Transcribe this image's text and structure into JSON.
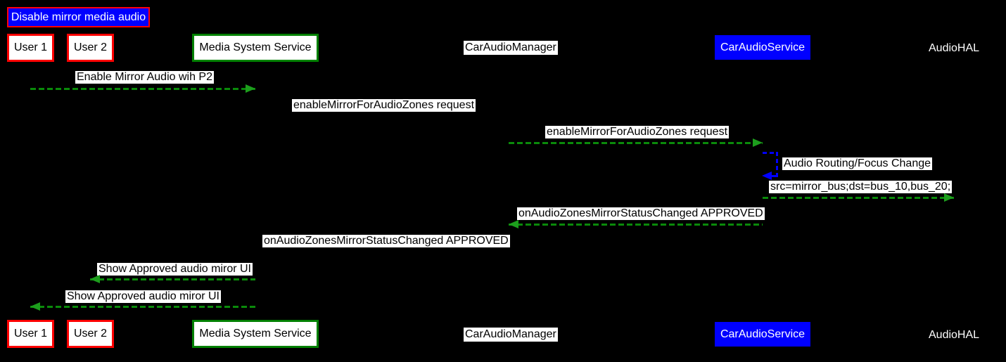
{
  "title": {
    "label": "Disable mirror media audio"
  },
  "participants": {
    "user1": {
      "label": "User 1"
    },
    "user2": {
      "label": "User 2"
    },
    "media_system_service": {
      "label": "Media System Service"
    },
    "car_audio_manager": {
      "label": "CarAudioManager"
    },
    "car_audio_service": {
      "label": "CarAudioService"
    },
    "audio_hal": {
      "label": "AudioHAL"
    }
  },
  "messages": [
    {
      "label": "Enable Mirror Audio wih P2",
      "from": "User 1",
      "to": "Media System Service",
      "direction": "right",
      "style": "green-dashed"
    },
    {
      "label": "enableMirrorForAudioZones request",
      "from": "Media System Service",
      "to": "CarAudioManager",
      "direction": "right",
      "style": "no-visible-arrow"
    },
    {
      "label": "enableMirrorForAudioZones request",
      "from": "CarAudioManager",
      "to": "CarAudioService",
      "direction": "right",
      "style": "green-dashed"
    },
    {
      "label": "Audio Routing/Focus Change",
      "from": "CarAudioService",
      "to": "CarAudioService",
      "direction": "self",
      "style": "blue-dashed"
    },
    {
      "label": "src=mirror_bus;dst=bus_10,bus_20;",
      "from": "CarAudioService",
      "to": "AudioHAL",
      "direction": "right",
      "style": "green-dashed"
    },
    {
      "label": "onAudioZonesMirrorStatusChanged APPROVED",
      "from": "CarAudioService",
      "to": "CarAudioManager",
      "direction": "left",
      "style": "green-dashed"
    },
    {
      "label": "onAudioZonesMirrorStatusChanged APPROVED",
      "from": "CarAudioManager",
      "to": "Media System Service",
      "direction": "left",
      "style": "no-visible-arrow"
    },
    {
      "label": "Show Approved audio miror UI",
      "from": "Media System Service",
      "to": "User 2",
      "direction": "left",
      "style": "green-dashed"
    },
    {
      "label": "Show Approved audio miror UI",
      "from": "Media System Service",
      "to": "User 1",
      "direction": "left",
      "style": "green-dashed"
    }
  ],
  "colors": {
    "background": "#000000",
    "title_fill": "#0000ff",
    "title_border": "#ff0000",
    "user_border": "#ff0000",
    "service_border": "#008000",
    "car_audio_service_fill": "#0000ff",
    "arrow_green": "#0a8a0a",
    "arrow_green_head": "#1d9e1d",
    "arrow_blue": "#0000ff",
    "label_bg": "#ffffff",
    "label_text": "#000000"
  }
}
